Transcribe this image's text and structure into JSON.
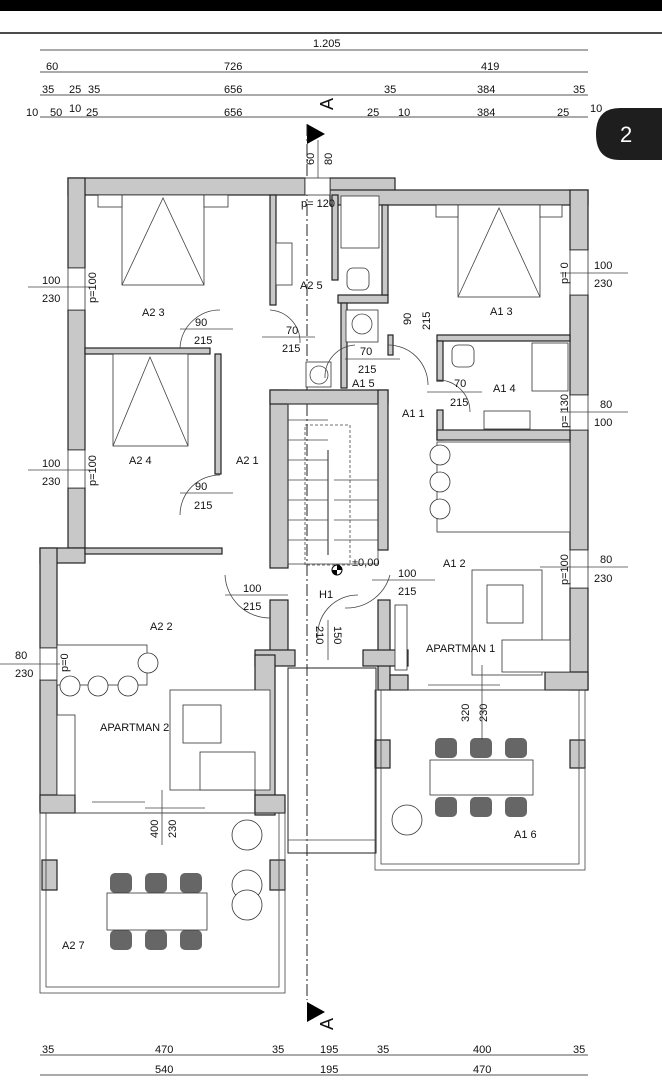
{
  "badge": {
    "page_number": "2"
  },
  "section_marker": "A",
  "dims_top": {
    "row1": [
      "1.205"
    ],
    "row2": [
      "60",
      "726",
      "419"
    ],
    "row3": [
      "35",
      "25",
      "35",
      "656",
      "35",
      "384",
      "35"
    ],
    "row4": [
      "10",
      "50",
      "10",
      "25",
      "656",
      "25",
      "10",
      "384",
      "25",
      "10"
    ]
  },
  "dims_bottom": {
    "row1": [
      "35",
      "470",
      "35",
      "195",
      "35",
      "400",
      "35"
    ],
    "row2": [
      "540",
      "195",
      "470"
    ]
  },
  "rooms": {
    "a23": "A2 3",
    "a25": "A2 5",
    "a13": "A1 3",
    "a24": "A2 4",
    "a21": "A2 1",
    "a15": "A1 5",
    "a14": "A1 4",
    "a11": "A1 1",
    "a12": "A1 2",
    "h1": "H1",
    "a22": "A2 2",
    "apartman1": "APARTMAN 1",
    "apartman2": "APARTMAN 2",
    "a16": "A1 6",
    "a27": "A2 7"
  },
  "doors": [
    [
      "90",
      "215"
    ],
    [
      "70",
      "215"
    ],
    [
      "90",
      "215"
    ],
    [
      "70",
      "215"
    ],
    [
      "70",
      "215"
    ],
    [
      "90",
      "215"
    ],
    [
      "100",
      "215"
    ],
    [
      "100",
      "215"
    ],
    [
      "210",
      "150"
    ]
  ],
  "windows": [
    {
      "w": "100",
      "h": "230",
      "p": "p=100"
    },
    {
      "w": "100",
      "h": "230",
      "p": "p=100"
    },
    {
      "w": "100",
      "h": "230",
      "p": "p= 0"
    },
    {
      "w": "80",
      "h": "100",
      "p": "p= 130"
    },
    {
      "w": "80",
      "h": "230",
      "p": "p=100"
    },
    {
      "w": "80",
      "h": "230",
      "p": "p=0"
    }
  ],
  "top_opening": {
    "a": "60",
    "b": "80",
    "p": "p= 120"
  },
  "level": "±0,00",
  "terrace_dims": [
    [
      "320",
      "230"
    ],
    [
      "400",
      "230"
    ]
  ]
}
